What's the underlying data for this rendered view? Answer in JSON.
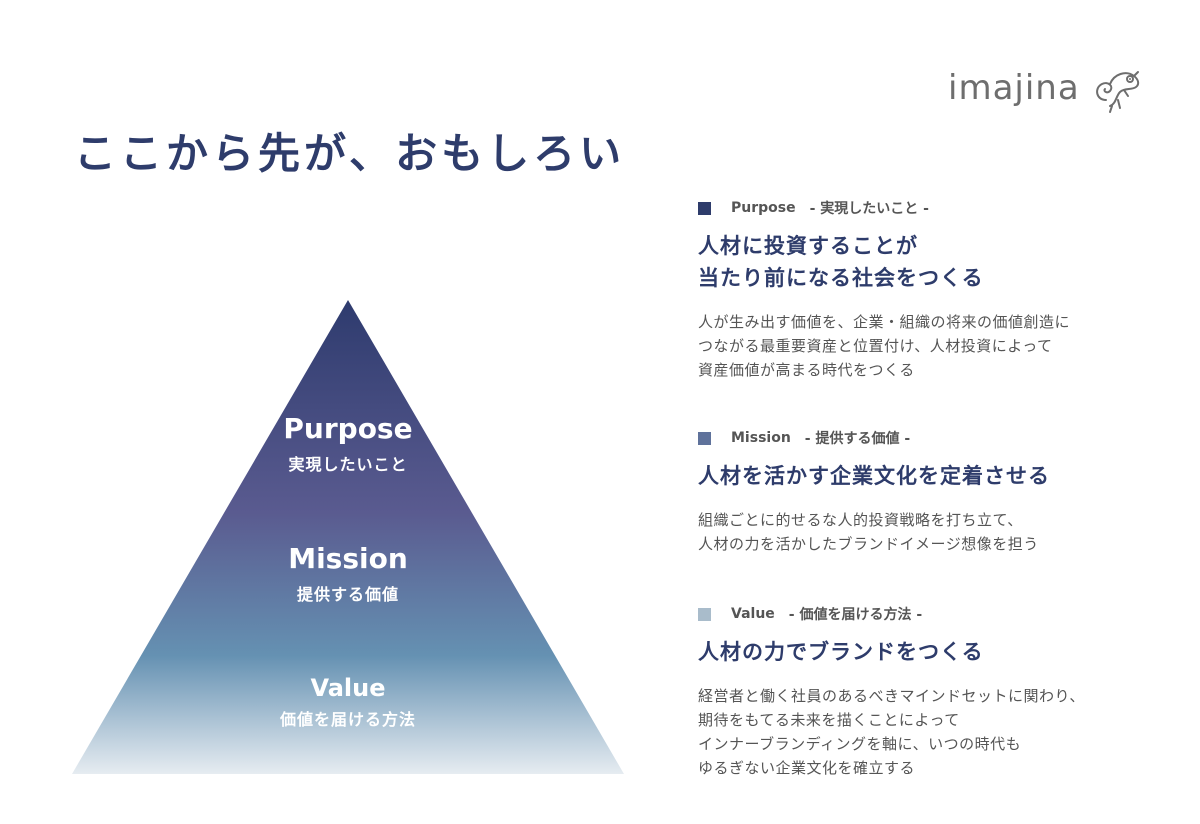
{
  "logo": {
    "text": "imajina",
    "icon": "chameleon-icon",
    "color": "#6e6e6e"
  },
  "title": "ここから先が、おもしろい",
  "pyramid": {
    "levels": [
      {
        "en": "Purpose",
        "ja": "実現したいこと"
      },
      {
        "en": "Mission",
        "ja": "提供する価値"
      },
      {
        "en": "Value",
        "ja": "価値を届ける方法"
      }
    ],
    "gradient_colors": [
      "#2e3b6e",
      "#5a5b90",
      "#6591b2",
      "#e6ecf1"
    ]
  },
  "sections": [
    {
      "label_en": "Purpose",
      "label_ja": "- 実現したいこと -",
      "marker_color": "#2e3c6b",
      "title_lines": [
        "人材に投資することが",
        "当たり前になる社会をつくる"
      ],
      "body_lines": [
        "人が生み出す価値を、企業・組織の将来の価値創造に",
        "つながる最重要資産と位置付け、人材投資によって",
        "資産価値が高まる時代をつくる"
      ]
    },
    {
      "label_en": "Mission",
      "label_ja": "- 提供する価値 -",
      "marker_color": "#5f729b",
      "title_lines": [
        "人材を活かす企業文化を定着させる"
      ],
      "body_lines": [
        "組織ごとに的せるな人的投資戦略を打ち立て、",
        "人材の力を活かしたブランドイメージ想像を担う"
      ]
    },
    {
      "label_en": "Value",
      "label_ja": "- 価値を届ける方法 -",
      "marker_color": "#a9bccb",
      "title_lines": [
        "人材の力でブランドをつくる"
      ],
      "body_lines": [
        "経営者と働く社員のあるべきマインドセットに関わり、",
        "期待をもてる未来を描くことによって",
        "インナーブランディングを軸に、いつの時代も",
        "ゆるぎない企業文化を確立する"
      ]
    }
  ]
}
